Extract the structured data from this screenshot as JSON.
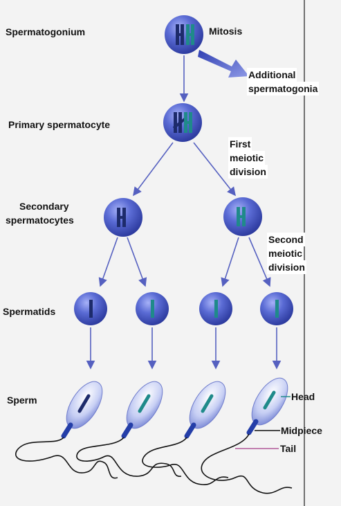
{
  "labels": {
    "spermatogonium": "Spermatogonium",
    "mitosis": "Mitosis",
    "additional_line1": "Additional",
    "additional_line2": "spermatogonia",
    "primary": "Primary spermatocyte",
    "first_line1": "First",
    "first_line2": "meiotic",
    "first_line3": "division",
    "secondary_line1": "Secondary",
    "secondary_line2": "spermatocytes",
    "second_line1": "Second",
    "second_line2": "meiotic",
    "second_line3": "division",
    "spermatids": "Spermatids",
    "sperm": "Sperm",
    "head": "Head",
    "midpiece": "Midpiece",
    "tail": "Tail"
  },
  "colors": {
    "background": "#f3f3f3",
    "cell_fill": "#4a5bc4",
    "cell_highlight": "#8f9df0",
    "chromosome_dark": "#1d2b6b",
    "chromosome_teal": "#1f8a8a",
    "arrow": "#5560c0",
    "sperm_body": "#c9d0f5",
    "midpiece": "#243ea8",
    "tail_line": "#b25a9a",
    "border": "#444444"
  }
}
